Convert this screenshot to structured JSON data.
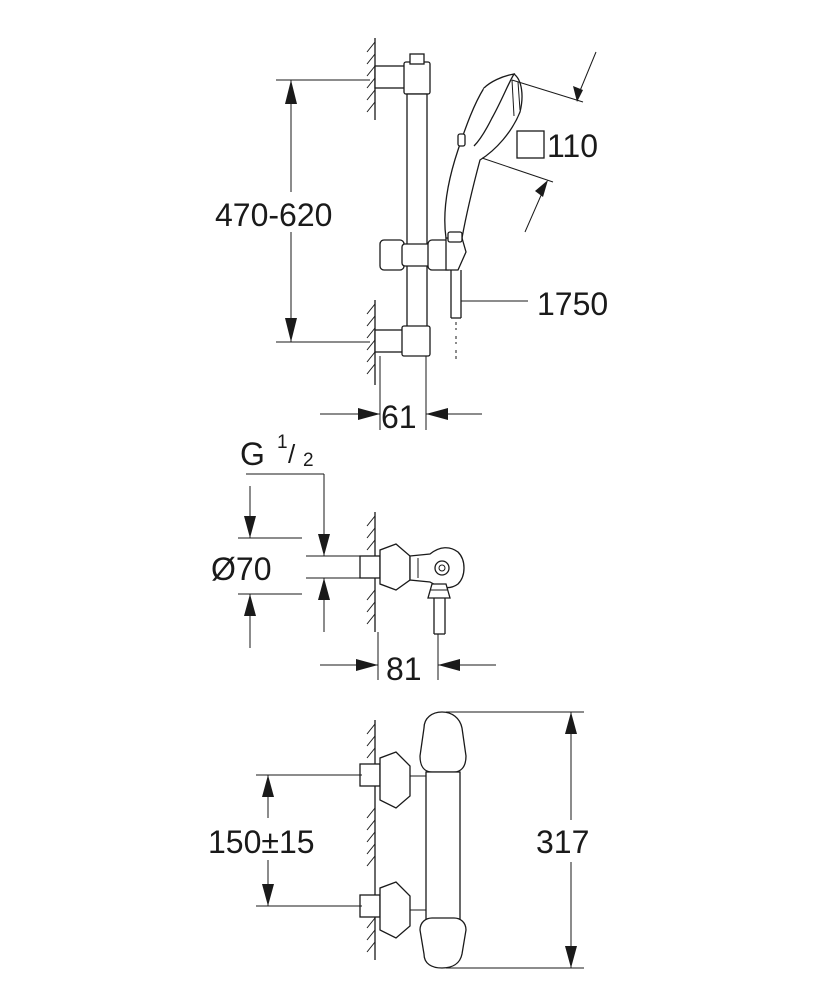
{
  "labels": {
    "rail_height": "470-620",
    "head_size": "110",
    "hose_length": "1750",
    "rail_projection": "61",
    "thread_main": "G",
    "thread_num": "1",
    "thread_den": "2",
    "diameter": "Ø70",
    "mixer_projection": "81",
    "inlet_spacing": "150±15",
    "mixer_height": "317"
  },
  "colors": {
    "line": "#1a1a1a",
    "background": "#ffffff"
  }
}
